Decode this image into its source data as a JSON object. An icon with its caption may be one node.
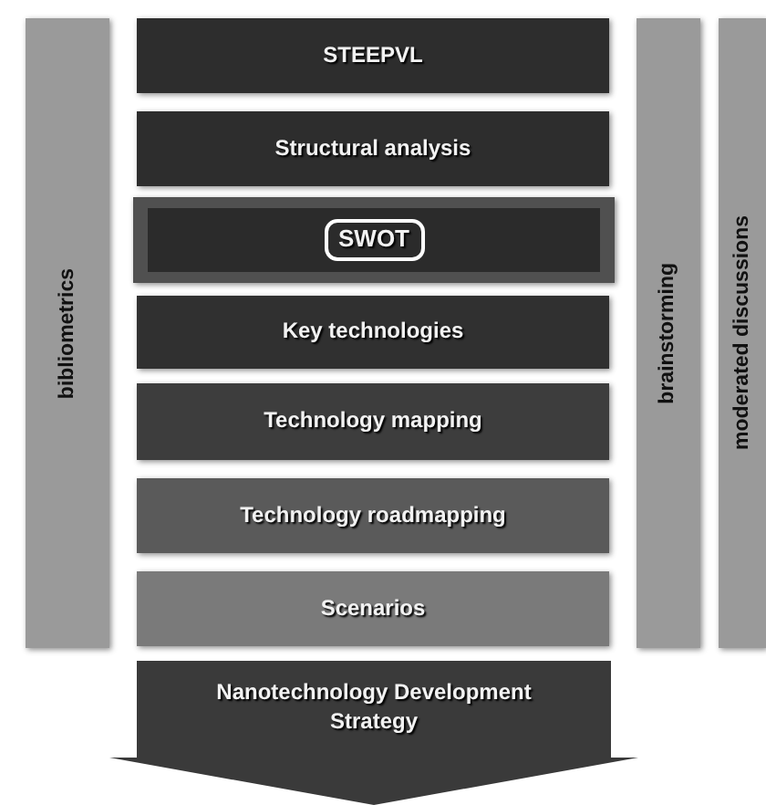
{
  "diagram": {
    "nodes": [
      {
        "text": [
          "bibliometrics"
        ]
      },
      {
        "text": [
          "STEEPVL"
        ]
      },
      {
        "text": [
          "Structural analysis"
        ]
      },
      {
        "text": [
          "SWOT"
        ]
      },
      {
        "text": [
          "Key technologies"
        ]
      },
      {
        "text": [
          "Technology mapping"
        ]
      },
      {
        "text": [
          "Technology roadmapping"
        ]
      },
      {
        "text": [
          "Scenarios"
        ]
      },
      {
        "text": [
          "Nanotechnology Development Strategy"
        ]
      },
      {
        "text": [
          "brainstorming"
        ]
      },
      {
        "text": [
          "moderated discussions"
        ]
      }
    ]
  }
}
